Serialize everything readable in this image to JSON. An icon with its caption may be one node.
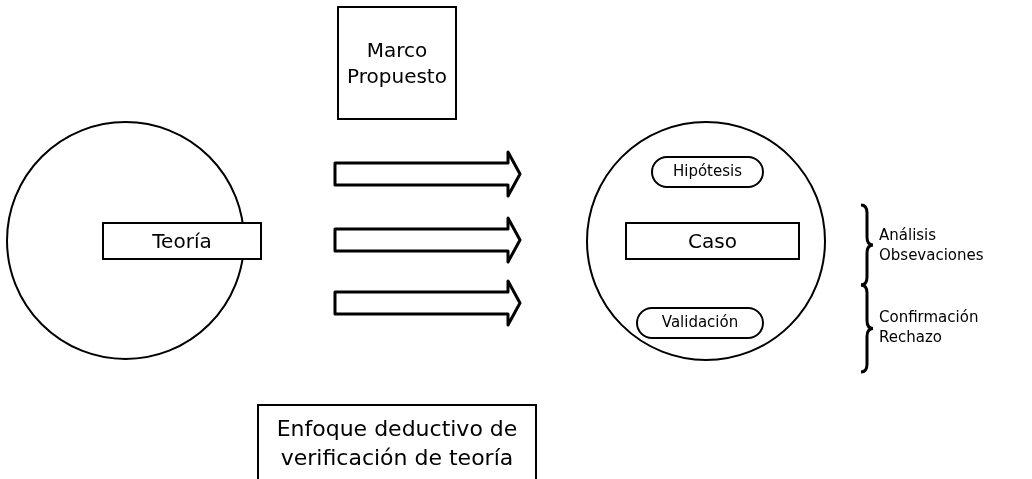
{
  "diagram": {
    "nodes": [
      {
        "text": [
          "Marco Propuesto"
        ]
      },
      {
        "text": [],
        "shape": "circle"
      },
      {
        "text": [
          "Teoría"
        ],
        "in": 1
      },
      {
        "text": [],
        "shape": "circle"
      },
      {
        "text": [
          "Hipótesis"
        ],
        "in": 3
      },
      {
        "text": [
          "Caso"
        ],
        "in": 3
      },
      {
        "text": [
          "Validación"
        ],
        "in": 3
      },
      {
        "text": [
          "Enfoque deductivo de verificación de teoría"
        ]
      }
    ],
    "edges": [
      {
        "from": 1,
        "to": 3,
        "arrow": "to"
      },
      {
        "from": 1,
        "to": 3,
        "arrow": "to"
      },
      {
        "from": 1,
        "to": 3,
        "arrow": "to"
      }
    ],
    "labels": [
      "Análisis",
      "Obsevaciones",
      "Confirmación",
      "Rechazo"
    ]
  }
}
